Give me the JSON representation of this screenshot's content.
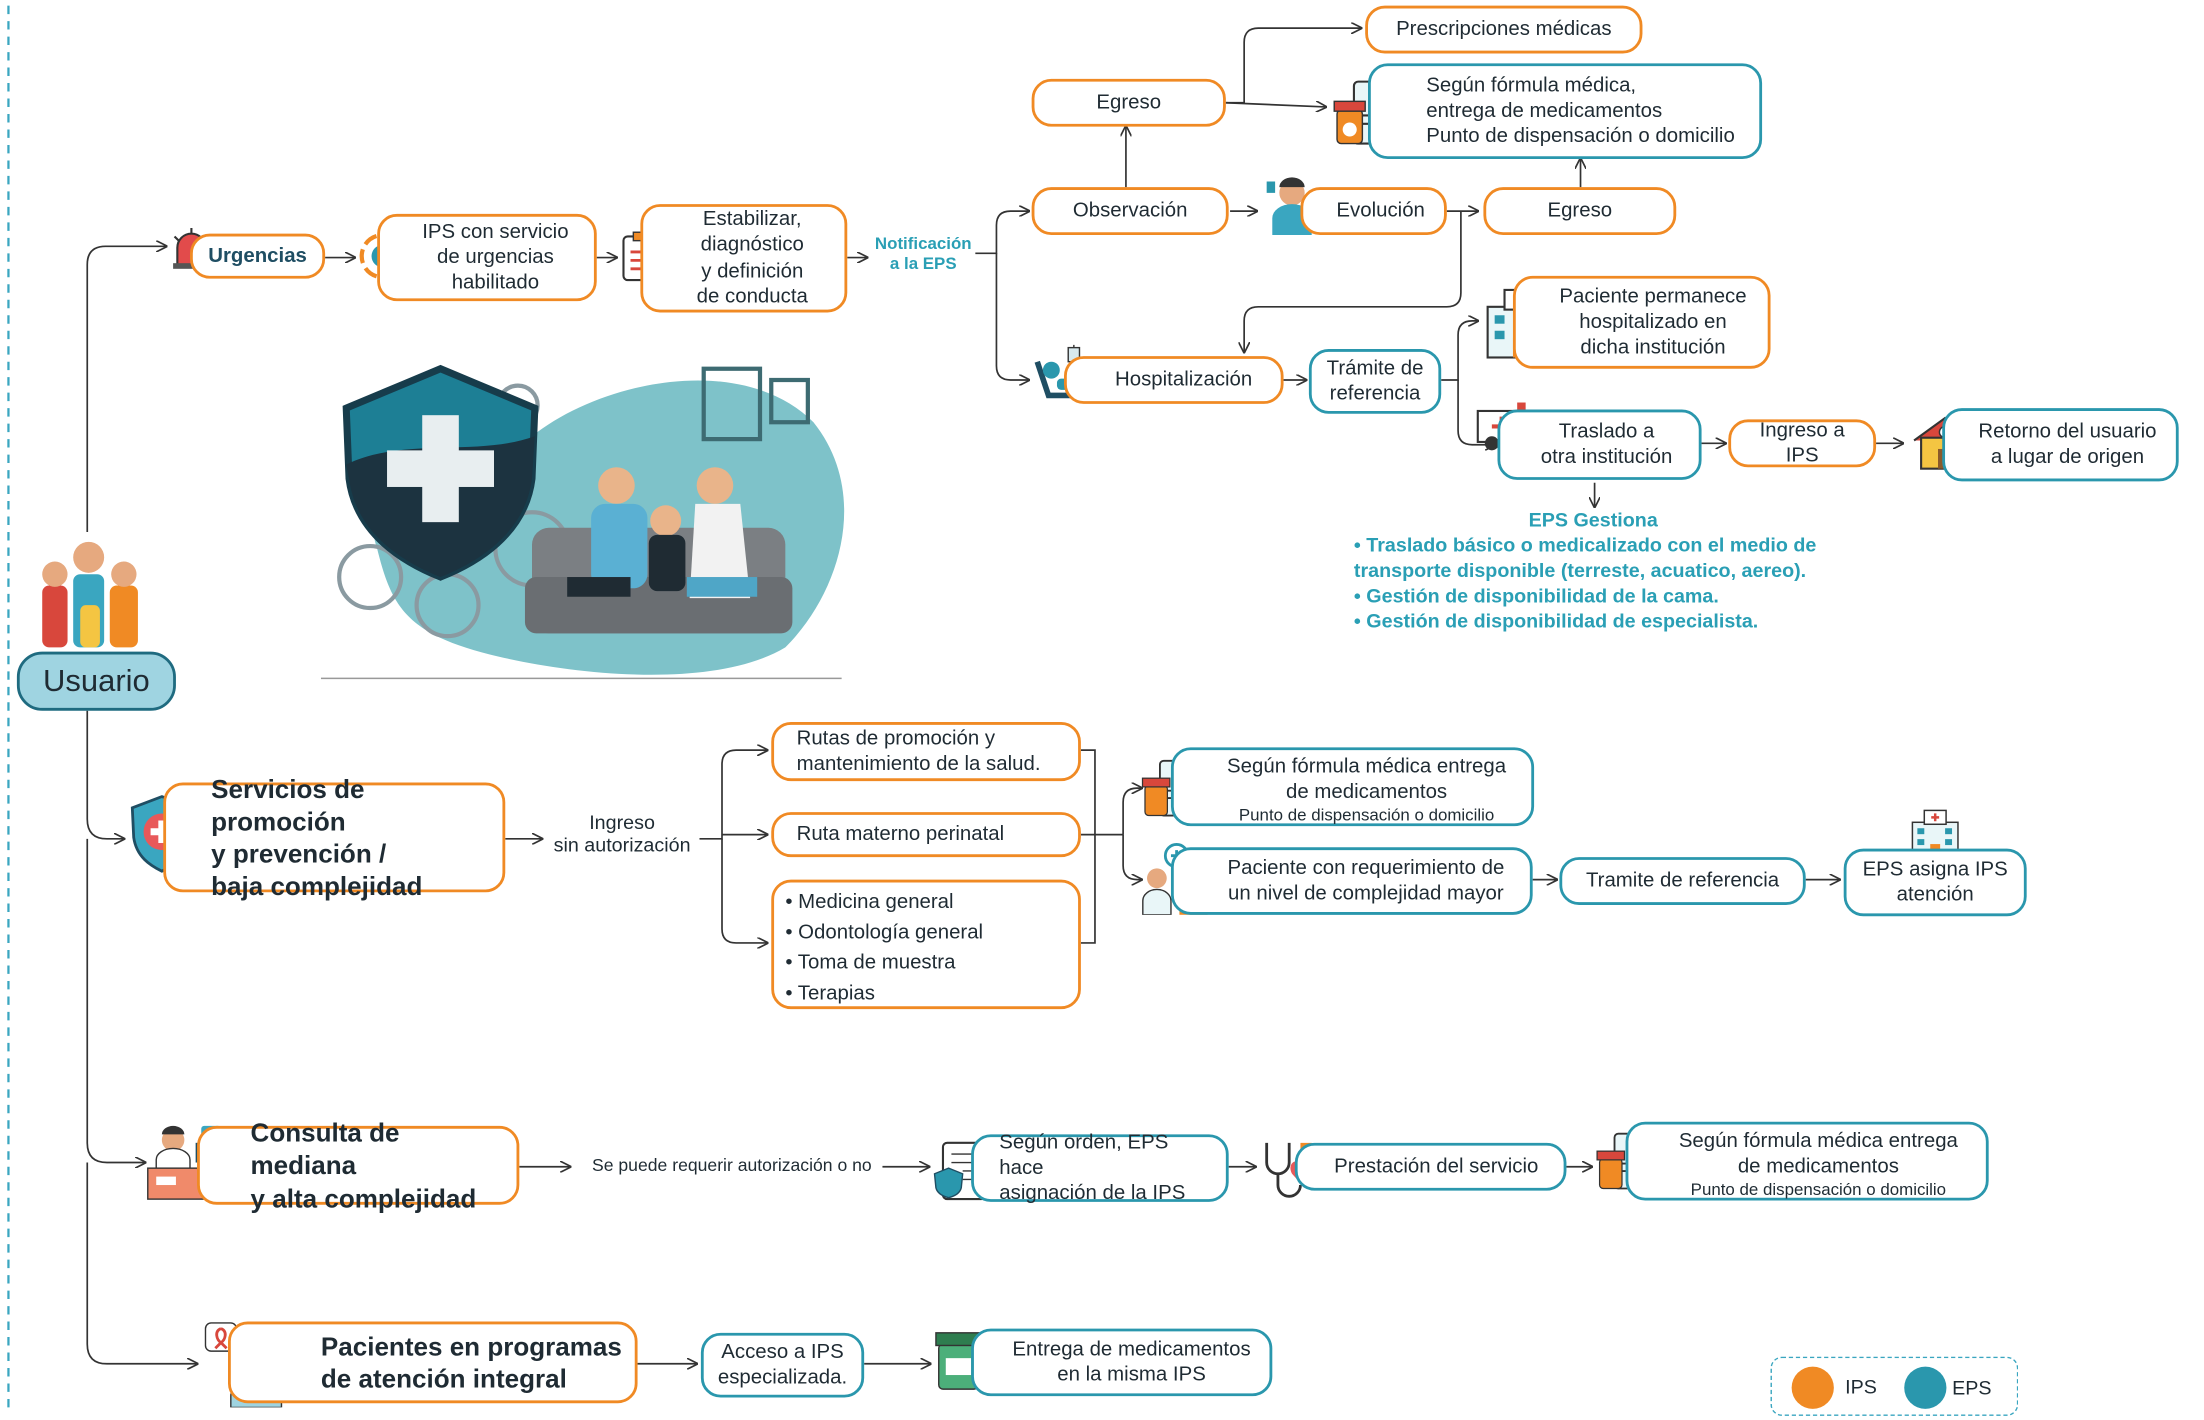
{
  "usuario": "Usuario",
  "urgencias": {
    "title": "Urgencias",
    "ips_servicio": "IPS con servicio\nde urgencias\nhabilitado",
    "estabilizar": "Estabilizar,\ndiagnóstico\ny definición\nde conducta",
    "notificacion": "Notificación\na la EPS",
    "observacion": "Observación",
    "egreso_top": "Egreso",
    "prescripciones": "Prescripciones médicas",
    "formula_top": "Según fórmula médica,\nentrega de medicamentos\nPunto de dispensación o domicilio",
    "evolucion": "Evolución",
    "egreso_right": "Egreso",
    "hospitalizacion": "Hospitalización",
    "tramite": "Trámite de\nreferencia",
    "permanece": "Paciente permanece\nhospitalizado en\ndicha institución",
    "traslado": "Traslado a\notra institución",
    "ingreso_ips": "Ingreso a IPS",
    "retorno": "Retorno del usuario\na lugar de origen",
    "eps_gestiona_title": "EPS Gestiona",
    "eps_gestiona_items": [
      "• Traslado básico o medicalizado con el medio de",
      "transporte disponible (terreste, acuatico, aereo).",
      "• Gestión de disponibilidad de la cama.",
      "• Gestión de disponibilidad de especialista."
    ]
  },
  "promocion": {
    "title": "Servicios de promoción\ny prevención /\nbaja complejidad",
    "ingreso": "Ingreso\nsin autorización",
    "rutas": "Rutas de promoción y\nmantenimiento de la salud.",
    "materno": "Ruta materno perinatal",
    "lista": [
      "• Medicina general",
      "• Odontología general",
      "• Toma de muestra",
      "• Terapias"
    ],
    "formula": "Según fórmula médica entrega\nde medicamentos",
    "formula_sub": "Punto de dispensación o domicilio",
    "paciente_req": "Paciente con requerimiento de\nun nivel de complejidad mayor",
    "tramite": "Tramite de referencia",
    "eps_asigna": "EPS asigna IPS\natención"
  },
  "consulta": {
    "title": "Consulta de mediana\ny alta complejidad",
    "autorizacion": "Se puede requerir autorización o no",
    "orden": "Según orden, EPS hace\nasignación de la IPS",
    "prestacion": "Prestación del servicio",
    "formula": "Según fórmula médica entrega\nde medicamentos",
    "formula_sub": "Punto de dispensación o domicilio"
  },
  "programas": {
    "title": "Pacientes en programas\nde atención integral",
    "acceso": "Acceso a IPS\nespecializada.",
    "entrega": "Entrega de medicamentos\nen la misma IPS"
  },
  "legend": {
    "ips": "IPS",
    "eps": "EPS"
  },
  "colors": {
    "ips": "#f08a24",
    "eps": "#2a97ad",
    "eps_text": "#2a9fb5",
    "dashed": "#3aa6c0"
  },
  "icons": [
    "alarm-siren-icon",
    "gear-service-icon",
    "clipboard-icon",
    "medicine-doc-icon",
    "doctor-avatar-icon",
    "hospital-bed-icon",
    "hospital-building-icon",
    "ambulance-icon",
    "house-icon",
    "shield-cross-icon",
    "doctor-desk-icon",
    "ribbon-nurse-icon",
    "stethoscope-heart-icon",
    "medicine-bottle-icon",
    "family-icon"
  ]
}
